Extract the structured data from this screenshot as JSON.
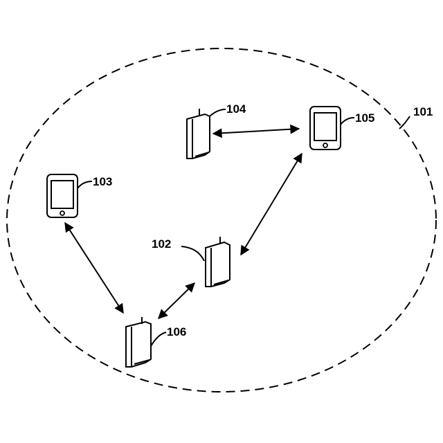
{
  "diagram": {
    "region": {
      "label": "101"
    },
    "nodes": [
      {
        "id": "102",
        "label": "102",
        "kind": "access-point"
      },
      {
        "id": "103",
        "label": "103",
        "kind": "tablet"
      },
      {
        "id": "104",
        "label": "104",
        "kind": "access-point"
      },
      {
        "id": "105",
        "label": "105",
        "kind": "tablet"
      },
      {
        "id": "106",
        "label": "106",
        "kind": "access-point"
      }
    ],
    "links": [
      {
        "from": "104",
        "to": "105",
        "bidirectional": true
      },
      {
        "from": "105",
        "to": "102",
        "bidirectional": true
      },
      {
        "from": "102",
        "to": "106",
        "bidirectional": true
      },
      {
        "from": "103",
        "to": "106",
        "bidirectional": true
      }
    ]
  }
}
